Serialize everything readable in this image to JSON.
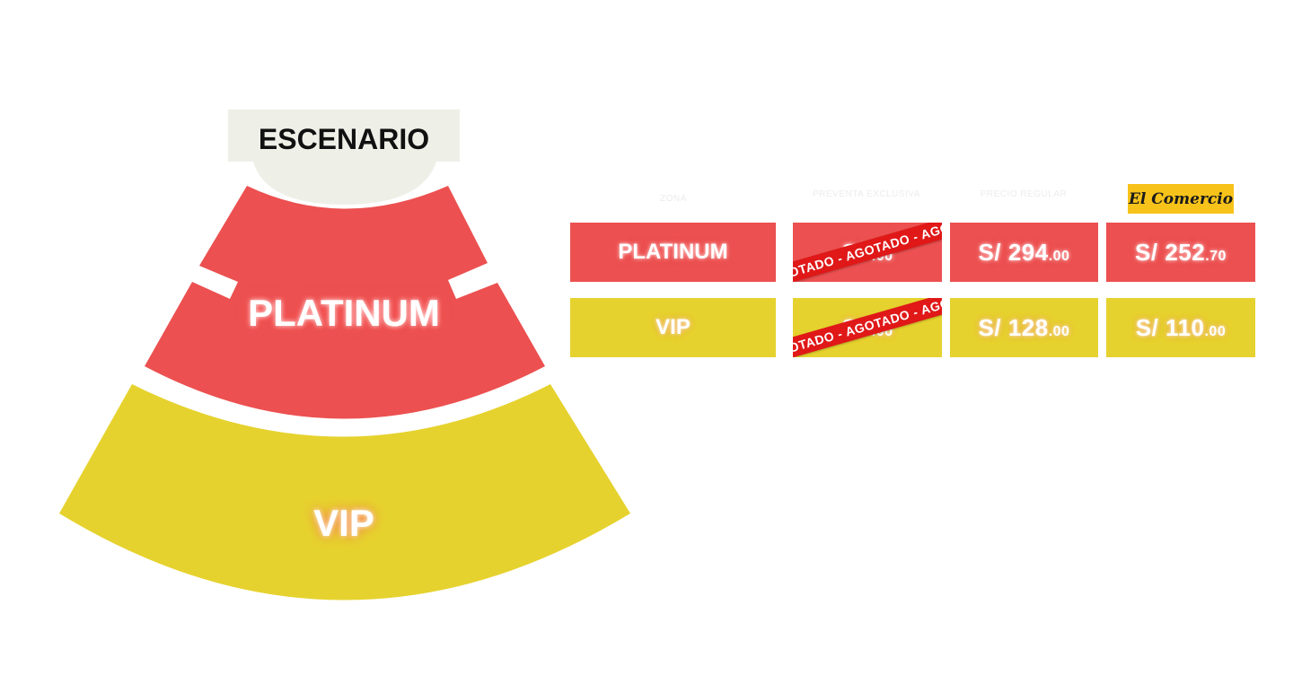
{
  "map": {
    "stage_label": "ESCENARIO",
    "zones": [
      {
        "name": "PLATINUM",
        "color": "#ec5050"
      },
      {
        "name": "VIP",
        "color": "#e6d22e"
      }
    ],
    "stage_color": "#eef0e8"
  },
  "prices": {
    "sponsor_logo": "El Comercio",
    "header_labels": [
      "ZONA",
      "PREVENTA EXCLUSIVA",
      "PRECIO REGULAR"
    ],
    "rows": [
      {
        "zone": "PLATINUM",
        "col1": {
          "sold_out": true,
          "ribbon": "AGOTADO - AGOTADO - AGOTADO",
          "price": "S/ ",
          "cents": ".00"
        },
        "col2": {
          "price": "S/ 294",
          "cents": ".00"
        },
        "col3": {
          "price": "S/ 252",
          "cents": ".70"
        }
      },
      {
        "zone": "VIP",
        "col1": {
          "sold_out": true,
          "ribbon": "AGOTADO - AGOTADO - AGOTADO",
          "price": "S/ ",
          "cents": ".00"
        },
        "col2": {
          "price": "S/ 128",
          "cents": ".00"
        },
        "col3": {
          "price": "S/ 110",
          "cents": ".00"
        }
      }
    ],
    "colors": {
      "platinum": "#ec5050",
      "vip": "#e6d22e",
      "sold_out_ribbon": "#e01818",
      "sponsor": "#f7c31a"
    }
  }
}
